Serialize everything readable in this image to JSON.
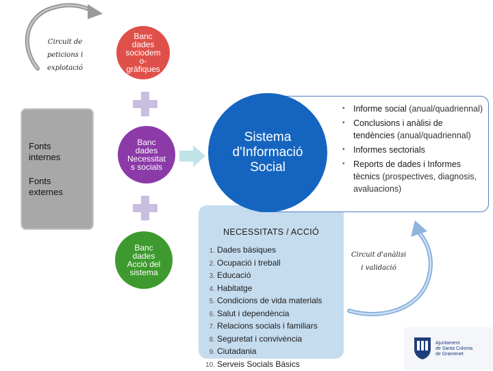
{
  "circuit_top": {
    "line1": "Circuit de",
    "line2": "peticions i",
    "line3": "explotació"
  },
  "circuit_bottom": {
    "line1": "Circuit d'anàlisi",
    "line2": "i validació"
  },
  "fonts": {
    "internes": "Fonts internes",
    "externes": "Fonts externes"
  },
  "banc_sociodem": {
    "line1": "Banc",
    "line2": "dades",
    "line3": "sociodem",
    "line4": "o-",
    "line5": "gràfiques",
    "color": "#e0504a"
  },
  "banc_necessitats": {
    "line1": "Banc",
    "line2": "dades",
    "line3": "Necessitat",
    "line4": "s socials",
    "color": "#8b3aa8"
  },
  "banc_accio": {
    "line1": "Banc",
    "line2": "dades",
    "line3": "Acció del",
    "line4": "sistema",
    "color": "#3e9a2e"
  },
  "sistema": {
    "line1": "Sistema",
    "line2": "d'Informació",
    "line3": "Social",
    "color": "#1565c0"
  },
  "outputs": [
    {
      "bold": "Informe social",
      "rest": "(anual/quadriennal)"
    },
    {
      "bold": "Conclusions i anàlisi de tendències",
      "rest": "(anual/quadriennal)"
    },
    {
      "bold": "Informes sectorials",
      "rest": ""
    },
    {
      "bold": "Reports de dades i Informes tècnics",
      "rest": "(prospectives, diagnosis, avaluacions)"
    }
  ],
  "needs": {
    "title": "NECESSITATS / ACCIÓ",
    "items": [
      {
        "num": "1.",
        "text": "Dades bàsiques"
      },
      {
        "num": "2.",
        "text": "Ocupació i treball"
      },
      {
        "num": "3.",
        "text": "Educació"
      },
      {
        "num": "4.",
        "text": "Habitatge"
      },
      {
        "num": "5.",
        "text": "Condicions de vida materials"
      },
      {
        "num": "6.",
        "text": "Salut i dependència"
      },
      {
        "num": "7.",
        "text": "Relacions socials i familiars"
      },
      {
        "num": "8.",
        "text": "Seguretat i convivència"
      },
      {
        "num": "9.",
        "text": "Ciutadania"
      },
      {
        "num": "10.",
        "text": "Serveis Socials Bàsics"
      }
    ]
  },
  "logo": {
    "line1": "Ajuntament",
    "line2": "de Santa Coloma",
    "line3": "de Gramenet",
    "color": "#1f3d7a"
  }
}
